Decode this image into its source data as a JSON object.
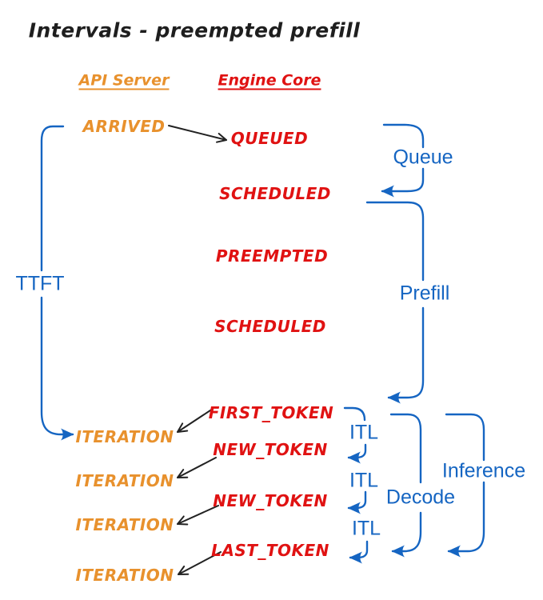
{
  "title": "Intervals - preempted prefill",
  "columns": {
    "api_server": "API Server",
    "engine_core": "Engine Core"
  },
  "api_events": {
    "arrived": "ARRIVED",
    "iterations": [
      "ITERATION",
      "ITERATION",
      "ITERATION",
      "ITERATION"
    ]
  },
  "engine_events": {
    "queued": "QUEUED",
    "scheduled_1": "SCHEDULED",
    "preempted": "PREEMPTED",
    "scheduled_2": "SCHEDULED",
    "first_token": "FIRST_TOKEN",
    "new_token_1": "NEW_TOKEN",
    "new_token_2": "NEW_TOKEN",
    "last_token": "LAST_TOKEN"
  },
  "intervals": {
    "ttft": "TTFT",
    "queue": "Queue",
    "prefill": "Prefill",
    "itl": [
      "ITL",
      "ITL",
      "ITL"
    ],
    "decode": "Decode",
    "inference": "Inference"
  },
  "colors": {
    "api_server": "#e8912d",
    "engine_core": "#e01212",
    "intervals": "#1565c2",
    "ink": "#1e1e1e",
    "background": "#ffffff"
  }
}
